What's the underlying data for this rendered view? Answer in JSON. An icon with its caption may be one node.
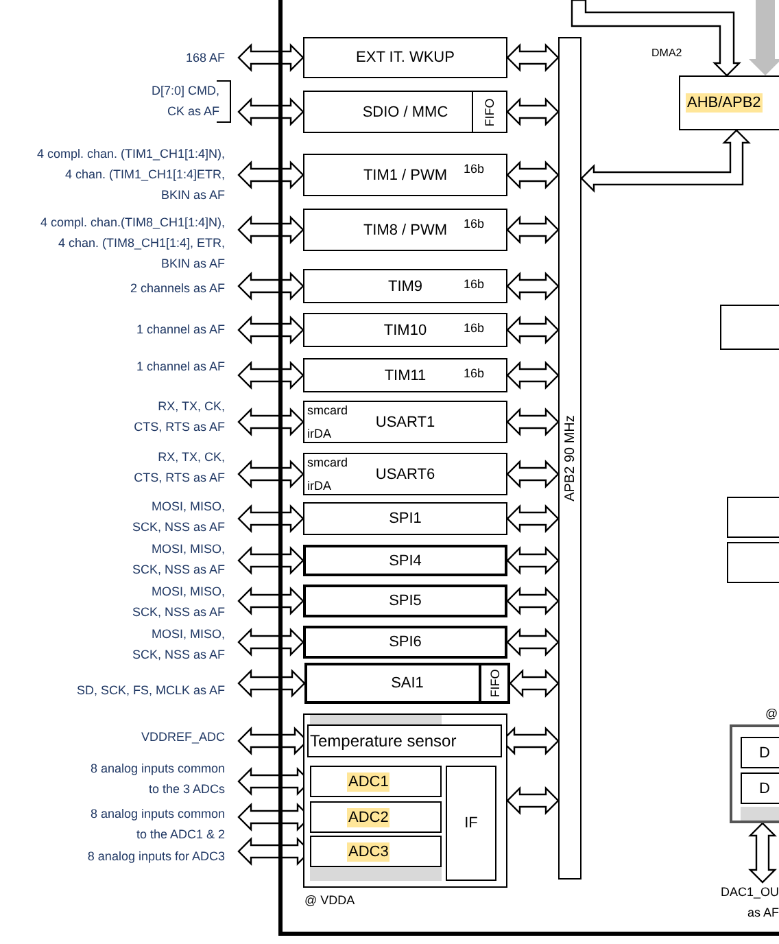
{
  "diagram": {
    "nodes": [
      {
        "text": [
          "168 AF"
        ]
      },
      {
        "text": [
          "D[7:0] CMD, CK as AF"
        ]
      },
      {
        "text": [
          "4 compl. chan. (TIM1_CH1[1:4]N), 4 chan. (TIM1_CH1[1:4]ETR, BKIN as AF"
        ]
      },
      {
        "text": [
          "4 compl. chan.(TIM8_CH1[1:4]N), 4 chan. (TIM8_CH1[1:4], ETR, BKIN as AF"
        ]
      },
      {
        "text": [
          "2 channels as AF"
        ]
      },
      {
        "text": [
          "1 channel as AF"
        ]
      },
      {
        "text": [
          "1 channel as AF"
        ]
      },
      {
        "text": [
          "RX, TX, CK, CTS, RTS as AF"
        ]
      },
      {
        "text": [
          "RX, TX, CK, CTS, RTS as AF"
        ]
      },
      {
        "text": [
          "MOSI, MISO, SCK, NSS as AF"
        ]
      },
      {
        "text": [
          "MOSI, MISO, SCK, NSS as AF"
        ]
      },
      {
        "text": [
          "MOSI, MISO, SCK, NSS as AF"
        ]
      },
      {
        "text": [
          "MOSI, MISO, SCK, NSS as AF"
        ]
      },
      {
        "text": [
          "SD, SCK, FS, MCLK as AF"
        ]
      },
      {
        "text": [
          "VDDREF_ADC"
        ]
      },
      {
        "text": [
          "8 analog inputs common to the 3 ADCs"
        ]
      },
      {
        "text": [
          "8 analog inputs common to the ADC1 & 2"
        ]
      },
      {
        "text": [
          "8 analog inputs for ADC3"
        ]
      },
      {
        "text": [
          "EXT IT. WKUP"
        ]
      },
      {
        "text": [
          "SDIO / MMC"
        ]
      },
      {
        "text": [
          "FIFO"
        ],
        "in": 19
      },
      {
        "text": [
          "TIM1 / PWM",
          "16b"
        ]
      },
      {
        "text": [
          "TIM8 / PWM",
          "16b"
        ]
      },
      {
        "text": [
          "TIM9",
          "16b"
        ]
      },
      {
        "text": [
          "TIM10",
          "16b"
        ]
      },
      {
        "text": [
          "TIM11",
          "16b"
        ]
      },
      {
        "text": [
          "smcard",
          "USART1",
          "irDA"
        ]
      },
      {
        "text": [
          "smcard",
          "USART6",
          "irDA"
        ]
      },
      {
        "text": [
          "SPI1"
        ]
      },
      {
        "text": [
          "SPI4"
        ]
      },
      {
        "text": [
          "SPI5"
        ]
      },
      {
        "text": [
          "SPI6"
        ]
      },
      {
        "text": [
          "SAI1"
        ]
      },
      {
        "text": [
          "FIFO"
        ],
        "in": 32
      },
      {
        "text": [],
        "shape": "box"
      },
      {
        "text": [
          "Temperature sensor"
        ],
        "in": 34
      },
      {
        "text": [
          "ADC1"
        ],
        "in": 34
      },
      {
        "text": [
          "ADC2"
        ],
        "in": 34
      },
      {
        "text": [
          "ADC3"
        ],
        "in": 34
      },
      {
        "text": [
          "IF"
        ],
        "in": 34
      },
      {
        "text": [
          "APB2 90 MHz"
        ]
      },
      {
        "text": [
          "AHB/APB2"
        ]
      },
      {
        "text": [],
        "shape": "box"
      },
      {
        "text": [],
        "shape": "box"
      },
      {
        "text": [],
        "shape": "box"
      },
      {
        "text": [],
        "shape": "box"
      },
      {
        "text": [
          "D"
        ],
        "in": 45
      },
      {
        "text": [
          "D"
        ],
        "in": 45
      },
      {
        "text": [
          "DAC1_OU as AF"
        ]
      }
    ],
    "edges": [
      {
        "from": 0,
        "to": 18,
        "arrow": "both"
      },
      {
        "from": 1,
        "to": 19,
        "arrow": "both"
      },
      {
        "from": 2,
        "to": 21,
        "arrow": "both"
      },
      {
        "from": 3,
        "to": 22,
        "arrow": "both"
      },
      {
        "from": 4,
        "to": 23,
        "arrow": "both"
      },
      {
        "from": 5,
        "to": 24,
        "arrow": "both"
      },
      {
        "from": 6,
        "to": 25,
        "arrow": "both"
      },
      {
        "from": 7,
        "to": 26,
        "arrow": "both"
      },
      {
        "from": 8,
        "to": 27,
        "arrow": "both"
      },
      {
        "from": 9,
        "to": 28,
        "arrow": "both"
      },
      {
        "from": 10,
        "to": 29,
        "arrow": "both"
      },
      {
        "from": 11,
        "to": 30,
        "arrow": "both"
      },
      {
        "from": 12,
        "to": 31,
        "arrow": "both"
      },
      {
        "from": 13,
        "to": 32,
        "arrow": "both"
      },
      {
        "from": 14,
        "to": 35,
        "arrow": "both"
      },
      {
        "from": 15,
        "to": 36,
        "arrow": "both"
      },
      {
        "from": 16,
        "to": 37,
        "arrow": "both"
      },
      {
        "from": 17,
        "to": 38,
        "arrow": "both"
      },
      {
        "from": 18,
        "to": 40,
        "arrow": "both"
      },
      {
        "from": 19,
        "to": 40,
        "arrow": "both"
      },
      {
        "from": 21,
        "to": 40,
        "arrow": "both"
      },
      {
        "from": 22,
        "to": 40,
        "arrow": "both"
      },
      {
        "from": 23,
        "to": 40,
        "arrow": "both"
      },
      {
        "from": 24,
        "to": 40,
        "arrow": "both"
      },
      {
        "from": 25,
        "to": 40,
        "arrow": "both"
      },
      {
        "from": 26,
        "to": 40,
        "arrow": "both"
      },
      {
        "from": 27,
        "to": 40,
        "arrow": "both"
      },
      {
        "from": 28,
        "to": 40,
        "arrow": "both"
      },
      {
        "from": 29,
        "to": 40,
        "arrow": "both"
      },
      {
        "from": 30,
        "to": 40,
        "arrow": "both"
      },
      {
        "from": 31,
        "to": 40,
        "arrow": "both"
      },
      {
        "from": 32,
        "to": 40,
        "arrow": "both"
      },
      {
        "from": 35,
        "to": 40,
        "arrow": "both"
      },
      {
        "from": 34,
        "to": 40,
        "arrow": "both"
      },
      {
        "from": 40,
        "to": 41,
        "arrow": "both"
      },
      {
        "from": null,
        "to": 41,
        "arrow": "to",
        "label": "DMA2"
      },
      {
        "from": null,
        "to": 41,
        "arrow": "to",
        "style": "thick",
        "color": "#bfbfbf"
      },
      {
        "from": 45,
        "to": 48,
        "arrow": "both"
      }
    ],
    "labels": [
      "@ VDDA",
      "@"
    ]
  }
}
